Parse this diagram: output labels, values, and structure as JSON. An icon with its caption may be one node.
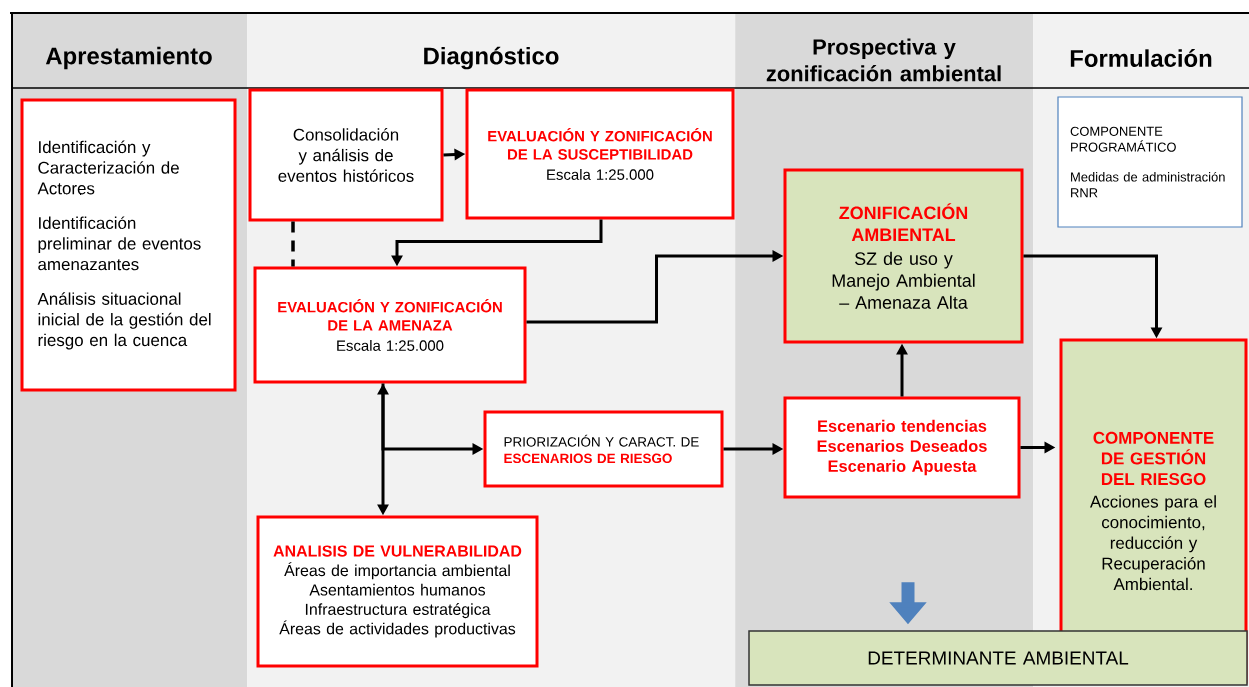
{
  "diagram": {
    "nodes": [
      {
        "text": [
          "Aprestamiento"
        ]
      },
      {
        "text": [
          "Diagnóstico"
        ]
      },
      {
        "text": [
          "Prospectiva y zonificación ambiental"
        ]
      },
      {
        "text": [
          "Formulación"
        ]
      },
      {
        "text": [
          "Identificación y Caracterización de Actores",
          "Identificación preliminar de eventos amenazantes",
          "Análisis situacional inicial de la gestión del riesgo en la cuenca"
        ],
        "in": 0
      },
      {
        "text": [
          "Consolidación y análisis de eventos históricos"
        ],
        "in": 1
      },
      {
        "text": [
          "EVALUACIÓN Y ZONIFICACIÓN DE LA SUSCEPTIBILIDAD",
          "Escala 1:25.000"
        ],
        "in": 1
      },
      {
        "text": [
          "EVALUACIÓN Y ZONIFICACIÓN DE LA AMENAZA",
          "Escala 1:25.000"
        ],
        "in": 1
      },
      {
        "text": [
          "PRIORIZACIÓN Y CARACT. DE",
          "ESCENARIOS DE RIESGO"
        ],
        "in": 1
      },
      {
        "text": [
          "ANALISIS DE VULNERABILIDAD",
          "Áreas de importancia ambiental",
          "Asentamientos humanos",
          "Infraestructura estratégica",
          "Áreas de actividades productivas"
        ],
        "in": 1
      },
      {
        "text": [
          "ZONIFICACIÓN AMBIENTAL",
          "SZ de uso y Manejo Ambiental – Amenaza Alta"
        ],
        "in": 2
      },
      {
        "text": [
          "Escenario tendencias",
          "Escenarios Deseados",
          "Escenario Apuesta"
        ],
        "in": 2
      },
      {
        "text": [
          "COMPONENTE PROGRAMÁTICO",
          "Medidas de administración RNR"
        ],
        "in": 3
      },
      {
        "text": [
          "COMPONENTE DE GESTIÓN DEL RIESGO",
          "Acciones para el conocimiento, reducción y Recuperación Ambiental."
        ],
        "in": 3
      },
      {
        "text": [
          "DETERMINANTE AMBIENTAL"
        ]
      }
    ],
    "edges": [
      {
        "from": 5,
        "to": 6,
        "arrow": "to"
      },
      {
        "from": 5,
        "to": 7,
        "arrow": "none",
        "style": "dashed"
      },
      {
        "from": 6,
        "to": 7,
        "arrow": "to"
      },
      {
        "from": 7,
        "to": 10,
        "arrow": "to"
      },
      {
        "from": 7,
        "to": 9,
        "arrow": "both"
      },
      {
        "from": 7,
        "to": 8,
        "arrow": "to"
      },
      {
        "from": 8,
        "to": 11,
        "arrow": "to"
      },
      {
        "from": 11,
        "to": 10,
        "arrow": "to"
      },
      {
        "from": 10,
        "to": 13,
        "arrow": "to"
      },
      {
        "from": 11,
        "to": 13,
        "arrow": "to"
      },
      {
        "from": null,
        "to": 14,
        "arrow": "to",
        "style": "thick",
        "color": "#4f81bd"
      }
    ]
  }
}
